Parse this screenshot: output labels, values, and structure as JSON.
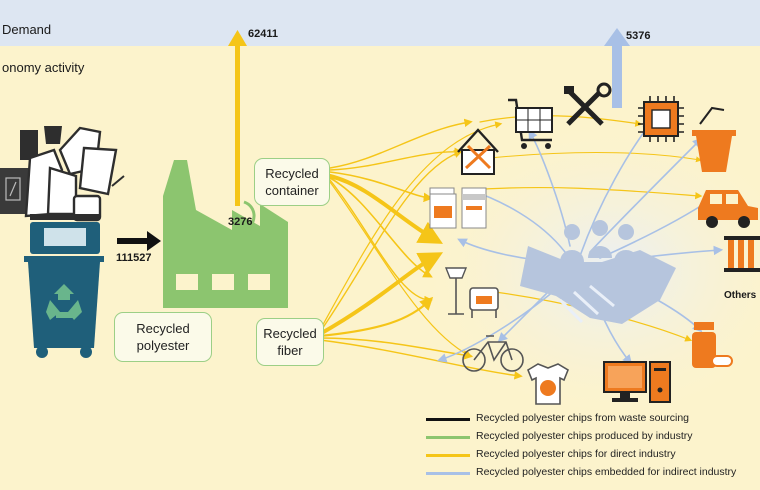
{
  "header": {
    "demand": "Demand",
    "economy_activity": "onomy activity"
  },
  "flows": {
    "waste_input": "111527",
    "factory_up": "62411",
    "factory_loop": "3276",
    "indirect_up": "5376"
  },
  "boxes": {
    "recycled_container": [
      "Recycled",
      "container"
    ],
    "recycled_polyester": [
      "Recycled",
      "polyester"
    ],
    "recycled_fiber": [
      "Recycled",
      "fiber"
    ]
  },
  "sectors": {
    "others": "Others"
  },
  "legend": [
    {
      "label": "Recycled polyester chips from waste sourcing",
      "color": "#111111"
    },
    {
      "label": "Recycled polyester chips produced by industry",
      "color": "#8cc56f"
    },
    {
      "label": "Recycled polyester chips for direct industry",
      "color": "#f5c518"
    },
    {
      "label": "Recycled polyester chips embedded for indirect industry",
      "color": "#a8c0e6"
    }
  ],
  "colors": {
    "background": "#dde6f2",
    "economy_panel": "#fcf3cc",
    "factory_green": "#8cc56f",
    "bin_teal": "#1f5f7a",
    "flow_yellow": "#f5c518",
    "flow_blue": "#a8c0e6",
    "product_orange": "#ee7a1f"
  },
  "icons": [
    "waste-pile-icon",
    "recycle-bin-icon",
    "factory-icon",
    "shopping-cart-icon",
    "tools-icon",
    "house-tools-icon",
    "milk-cartons-icon",
    "lamp-chair-icon",
    "bicycle-icon",
    "tshirt-icon",
    "handshake-icon",
    "people-icon",
    "chip-icon",
    "drink-cup-icon",
    "car-icon",
    "test-tubes-icon",
    "medicine-bottle-icon",
    "computer-icon"
  ]
}
